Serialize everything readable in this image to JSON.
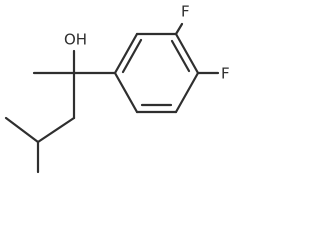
{
  "molecule": {
    "labels": {
      "hydroxyl": "OH",
      "fluorine_meta": "F",
      "fluorine_para": "F"
    }
  }
}
